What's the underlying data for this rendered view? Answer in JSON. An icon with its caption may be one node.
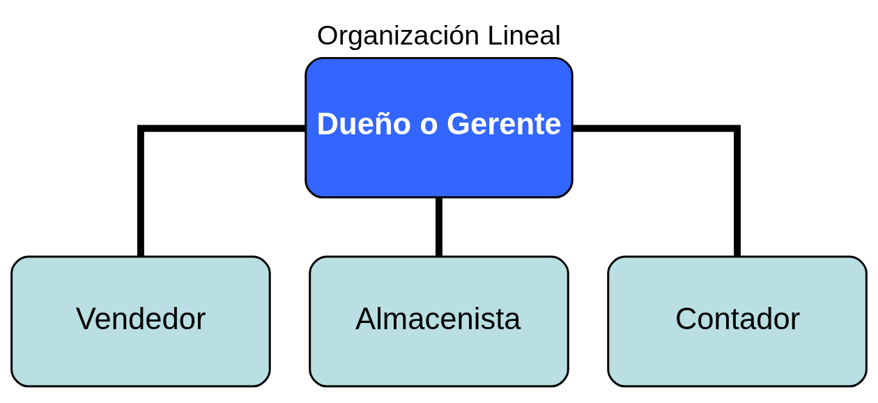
{
  "diagram": {
    "title": "Organización Lineal",
    "nodes": [
      {
        "text": [
          "Dueño o Gerente"
        ]
      },
      {
        "text": [
          "Vendedor"
        ]
      },
      {
        "text": [
          "Almacenista"
        ]
      },
      {
        "text": [
          "Contador"
        ]
      }
    ],
    "edges": [
      {
        "from": 0,
        "to": 1,
        "arrow": "none"
      },
      {
        "from": 0,
        "to": 2,
        "arrow": "none"
      },
      {
        "from": 0,
        "to": 3,
        "arrow": "none"
      }
    ]
  }
}
